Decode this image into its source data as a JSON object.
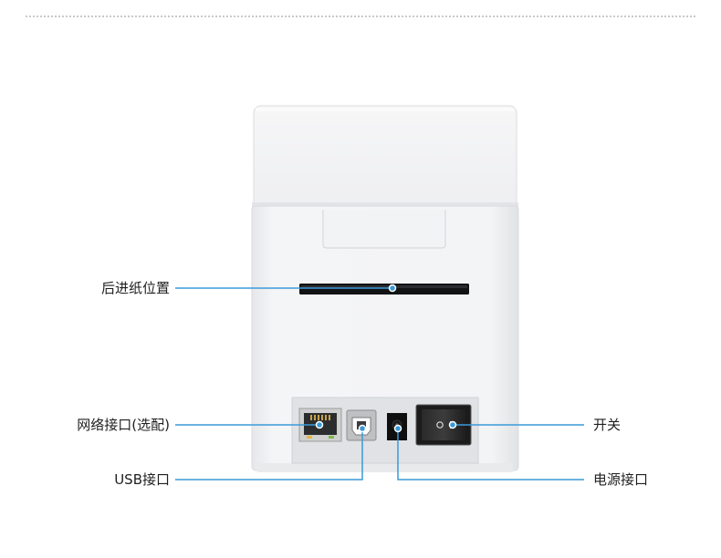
{
  "callouts": {
    "paper_exit": "后进纸位置",
    "network_port": "网络接口(选配)",
    "usb_port": "USB接口",
    "power_switch": "开关",
    "power_port": "电源接口"
  },
  "colors": {
    "callout": "#3a9ad9",
    "device_body": "#f1f2f4",
    "panel": "#e2e4e7"
  }
}
